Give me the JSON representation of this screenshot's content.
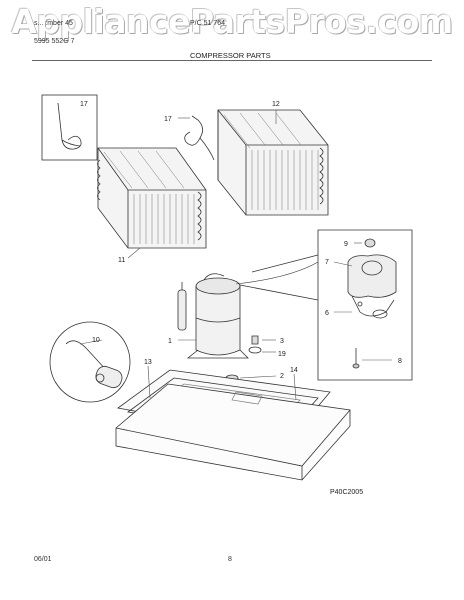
{
  "watermark": "AppliancePartsPros.com",
  "header": {
    "line1_left": "s... :mber 45",
    "line1_mid": "P/C 51 764",
    "line2_left": "5995 552G 7",
    "section_title": "COMPRESSOR PARTS"
  },
  "callouts": {
    "c17a": "17",
    "c17b": "17",
    "c12": "12",
    "c11": "11",
    "c9": "9",
    "c7": "7",
    "c6": "6",
    "c8": "8",
    "c10": "10",
    "c1": "1",
    "c3": "3",
    "c19": "19",
    "c13": "13",
    "c2": "2",
    "c14": "14"
  },
  "figure_code": "P40C2005",
  "footer": {
    "date": "06/01",
    "page": "8"
  }
}
